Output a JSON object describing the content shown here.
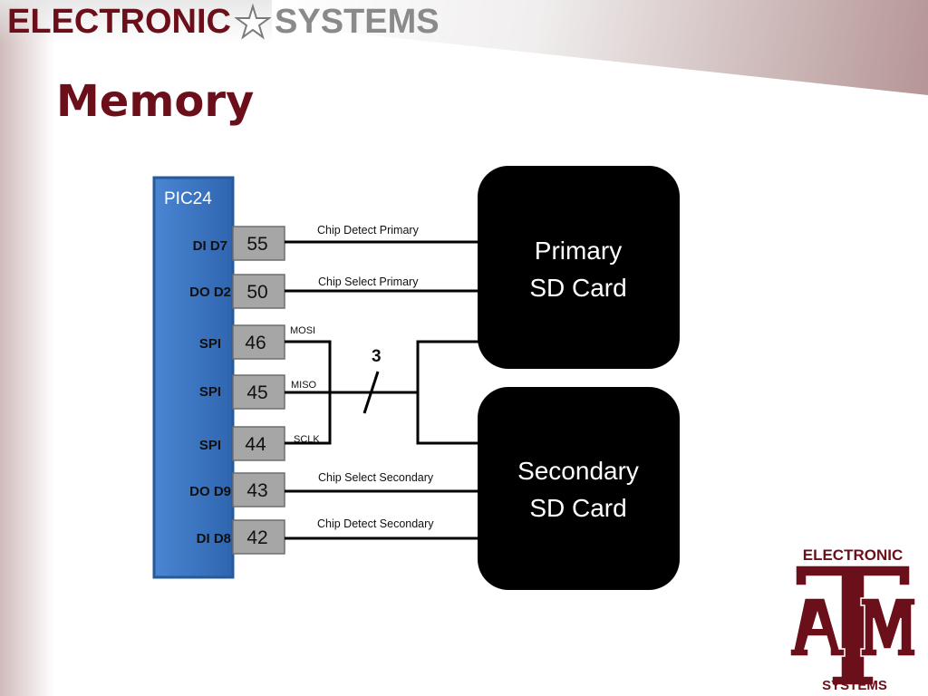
{
  "header": {
    "brand_word_1": "ELECTRONIC",
    "brand_word_2": "SYSTEMS"
  },
  "slide": {
    "title": "Memory"
  },
  "diagram": {
    "mcu": {
      "label": "PIC24"
    },
    "pins": [
      {
        "name": "DI D7",
        "number": "55"
      },
      {
        "name": "DO D2",
        "number": "50"
      },
      {
        "name": "SPI",
        "number": "46"
      },
      {
        "name": "SPI",
        "number": "45"
      },
      {
        "name": "SPI",
        "number": "44"
      },
      {
        "name": "DO D9",
        "number": "43"
      },
      {
        "name": "DI D8",
        "number": "42"
      }
    ],
    "signals": {
      "chip_detect_primary": "Chip Detect Primary",
      "chip_select_primary": "Chip Select Primary",
      "mosi": "MOSI",
      "miso": "MISO",
      "sclk": "SCLK",
      "chip_select_secondary": "Chip Select Secondary",
      "chip_detect_secondary": "Chip Detect Secondary",
      "bus_width": "3"
    },
    "cards": {
      "primary_line1": "Primary",
      "primary_line2": "SD Card",
      "secondary_line1": "Secondary",
      "secondary_line2": "SD Card"
    }
  },
  "footer_logo": {
    "top": "ELECTRONIC",
    "mark": "ATM",
    "bottom": "SYSTEMS"
  },
  "colors": {
    "maroon": "#6b0f1a",
    "mcu_blue": "#3b78c4",
    "pin_gray": "#a6a6a6",
    "card_black": "#000000"
  }
}
